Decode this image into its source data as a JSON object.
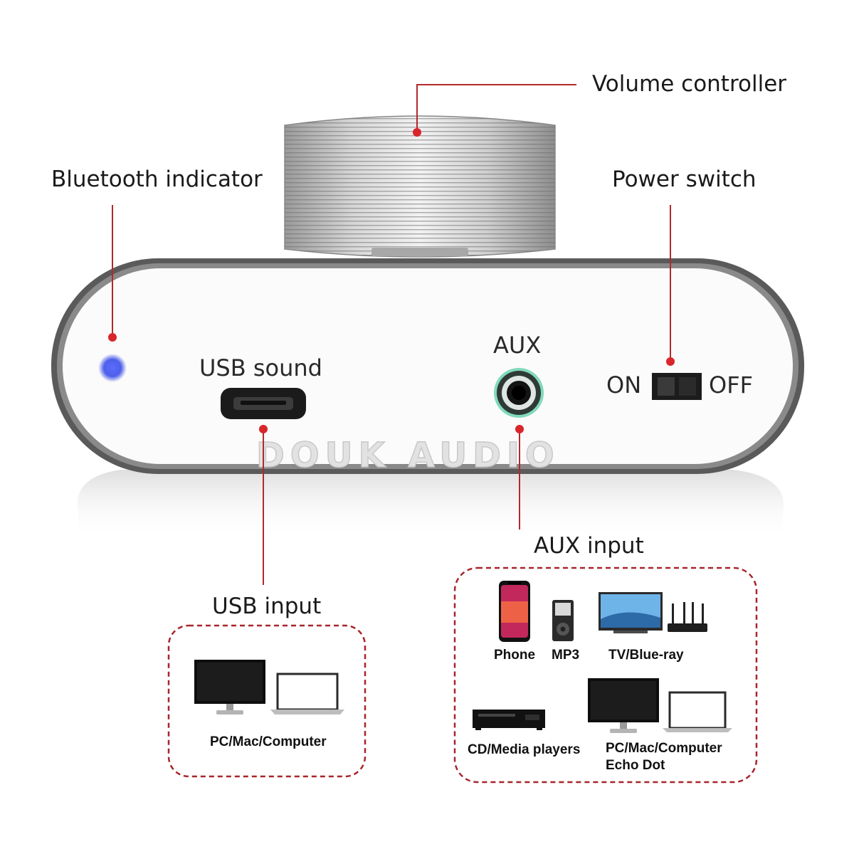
{
  "callouts": {
    "volume": "Volume controller",
    "bluetooth": "Bluetooth indicator",
    "power": "Power switch",
    "aux_input": "AUX input",
    "usb_input": "USB input"
  },
  "device": {
    "usb_port_label": "USB sound",
    "aux_port_label": "AUX",
    "switch_on": "ON",
    "switch_off": "OFF",
    "brand_watermark": "DOUK AUDIO"
  },
  "usb_box": {
    "device_label": "PC/Mac/Computer"
  },
  "aux_box": {
    "phone": "Phone",
    "mp3": "MP3",
    "tv": "TV/Blue-ray",
    "cd": "CD/Media players",
    "pc_line1": "PC/Mac/Computer",
    "pc_line2": "Echo Dot"
  },
  "colors": {
    "callout": "#b22a2a",
    "dot": "#d8262b",
    "bluetooth_led": "#3b4ee8",
    "aux_ring": "#6bd3b0"
  }
}
